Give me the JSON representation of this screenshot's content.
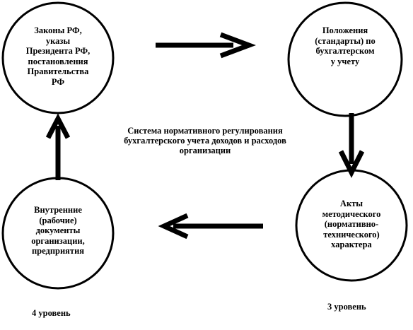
{
  "diagram": {
    "title": "Система нормативного регулирования\nбухгалтерского учета доходов и расходов\nорганизации",
    "nodes": [
      {
        "id": "laws",
        "label": "Законы РФ,\nуказы\nПрезидента РФ,\nпостановления\nПравительства\nРФ"
      },
      {
        "id": "standards",
        "label": "Положения\n(стандарты) по\nбухгалтерском\nу учету"
      },
      {
        "id": "methodical",
        "label": "Акты\nметодического\n(нормативно-\nтехнического)\nхарактера"
      },
      {
        "id": "internal",
        "label": "Внутренние\n(рабочие)\nдокументы\nорганизации,\nпредприятия"
      }
    ],
    "level_labels": {
      "left": "4 уровень",
      "right": "3 уровень"
    },
    "colors": {
      "stroke": "#000000",
      "background": "#ffffff"
    }
  }
}
